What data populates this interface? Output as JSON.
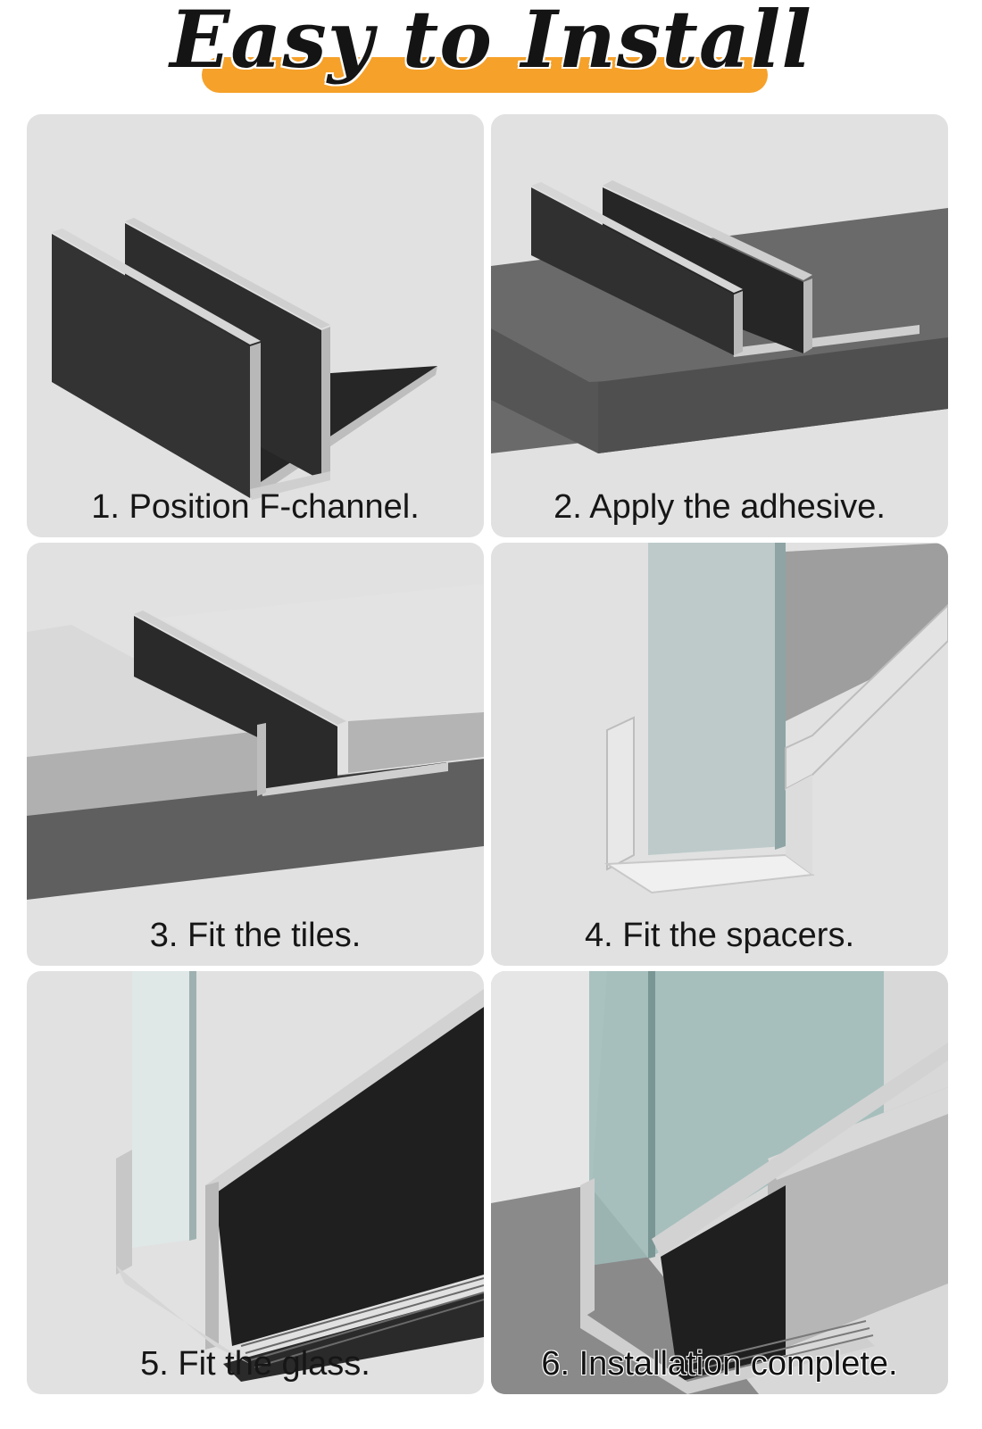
{
  "header": {
    "title": "Easy to Install"
  },
  "steps": [
    {
      "caption": "1. Position F-channel."
    },
    {
      "caption": "2. Apply the adhesive."
    },
    {
      "caption": "3. Fit the tiles."
    },
    {
      "caption": "4. Fit the spacers."
    },
    {
      "caption": "5. Fit the glass."
    },
    {
      "caption": "6. Installation complete."
    }
  ],
  "colors": {
    "accent_bar": "#f6a12a",
    "panel_bg": "#e1e1e1",
    "channel_dark": "#2b2b2b",
    "aluminium": "#c9c9c9",
    "base_grey": "#5d5d5d"
  }
}
